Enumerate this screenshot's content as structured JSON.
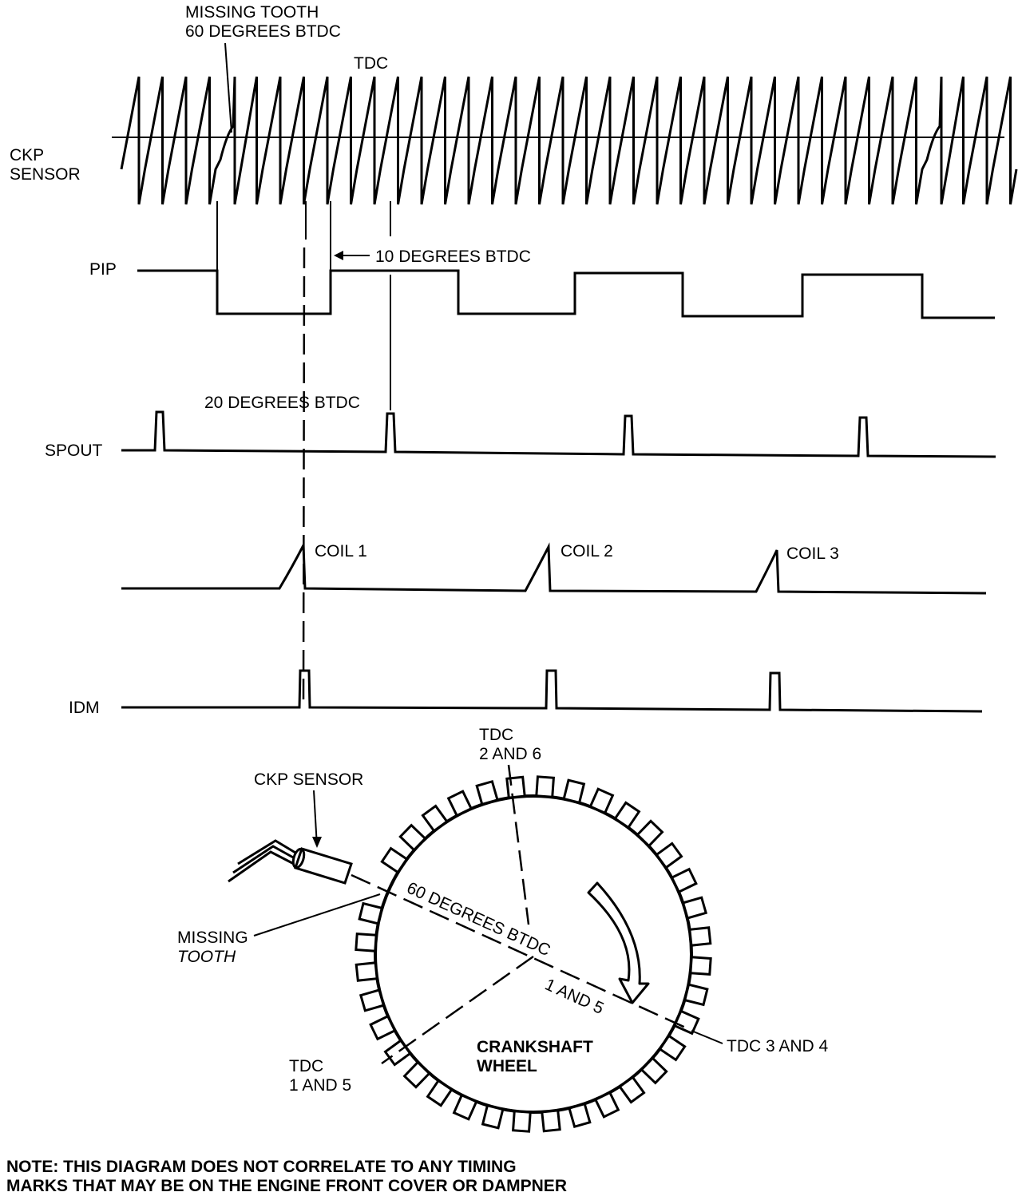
{
  "signals": {
    "ckp": [
      "CKP",
      "SENSOR"
    ],
    "pip": "PIP",
    "spout": "SPOUT",
    "idm": "IDM"
  },
  "annotations": {
    "missing_tooth_top": [
      "MISSING TOOTH",
      "60 DEGREES BTDC"
    ],
    "tdc": "TDC",
    "ten_btdc": "10 DEGREES BTDC",
    "twenty_btdc": "20 DEGREES BTDC",
    "coils": [
      "COIL 1",
      "COIL 2",
      "COIL 3"
    ]
  },
  "wheel": {
    "ckp_sensor": "CKP SENSOR",
    "missing_tooth": [
      "MISSING",
      "TOOTH"
    ],
    "tdc_2_6": [
      "TDC",
      "2 AND 6"
    ],
    "sixty_btdc": "60 DEGREES BTDC",
    "one_and_five_line": "1 AND 5",
    "tdc_3_4": "TDC 3 AND 4",
    "tdc_1_5": [
      "TDC",
      "1 AND 5"
    ],
    "crankshaft": [
      "CRANKSHAFT",
      "WHEEL"
    ]
  },
  "note": [
    "NOTE: THIS DIAGRAM DOES NOT CORRELATE TO ANY TIMING",
    "MARKS THAT MAY BE ON THE ENGINE FRONT COVER OR DAMPNER"
  ]
}
